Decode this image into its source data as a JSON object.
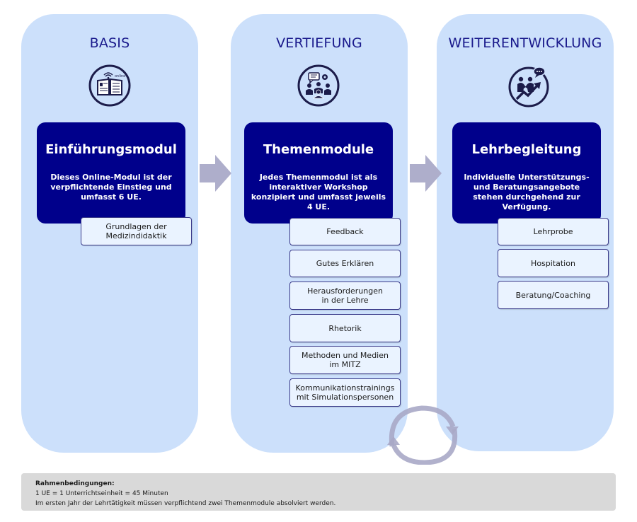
{
  "columns": [
    {
      "title": "BASIS",
      "icon": "online-book-icon",
      "icon_badge": "online",
      "main": {
        "title": "Einführungsmodul",
        "description": "Dieses Online-Modul ist der verpflichtende Einstieg und  umfasst 6 UE."
      },
      "items": [
        {
          "line1": "Grundlagen der",
          "line2": "Medizindidaktik"
        }
      ]
    },
    {
      "title": "VERTIEFUNG",
      "icon": "workshop-group-icon",
      "main": {
        "title": "Themenmodule",
        "description": "Jedes Themenmodul ist als interaktiver Workshop konzipiert und umfasst jeweils 4 UE."
      },
      "items": [
        {
          "line1": "Feedback",
          "line2": ""
        },
        {
          "line1": "Gutes Erklären",
          "line2": ""
        },
        {
          "line1": "Herausforderungen",
          "line2": "in der Lehre"
        },
        {
          "line1": "Rhetorik",
          "line2": ""
        },
        {
          "line1": "Methoden und Medien",
          "line2": "im MITZ"
        },
        {
          "line1": "Kommunikationstrainings",
          "line2": "mit Simulationspersonen"
        }
      ]
    },
    {
      "title": "WEITERENTWICKLUNG",
      "icon": "handshake-growth-icon",
      "main": {
        "title": "Lehrbegleitung",
        "description": "Individuelle Unterstützungs- und Beratungsangebote stehen durchgehend zur Verfügung."
      },
      "items": [
        {
          "line1": "Lehrprobe",
          "line2": ""
        },
        {
          "line1": "Hospitation",
          "line2": ""
        },
        {
          "line1": "Beratung/Coaching",
          "line2": ""
        }
      ]
    }
  ],
  "footer": {
    "heading": "Rahmenbedingungen:",
    "line1": "1 UE = 1 Unterrichtseinheit = 45 Minuten",
    "line2": "Im ersten Jahr der Lehrtätigkeit müssen verpflichtend zwei Themenmodule absolviert werden."
  },
  "colors": {
    "column_bg": "#cce0fb",
    "main_box": "#00008b",
    "title_text": "#1a1a8c",
    "arrow": "#aaaacc",
    "footer_bg": "#d9d9d9"
  }
}
